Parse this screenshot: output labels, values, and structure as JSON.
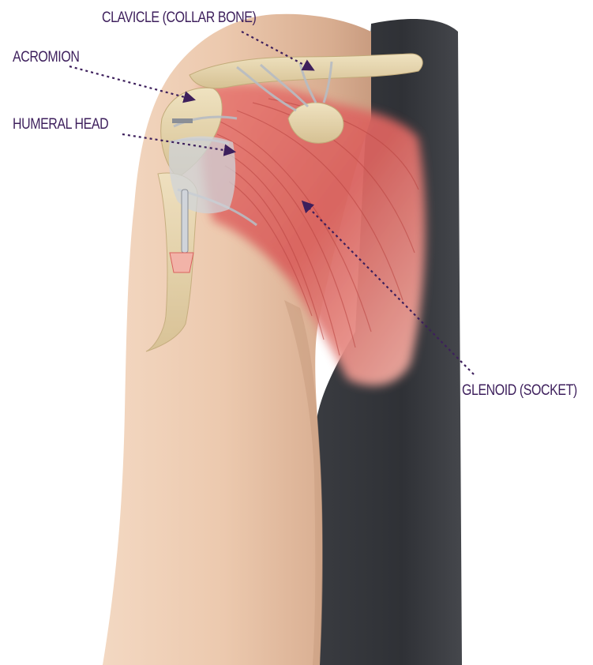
{
  "labels": {
    "clavicle": "CLAVICLE (COLLAR BONE)",
    "acromion": "ACROMION",
    "humeral_head": "HUMERAL HEAD",
    "glenoid": "GLENOID (SOCKET)"
  },
  "colors": {
    "label_text": "#3d1f5c",
    "leader_line": "#3d1f5c",
    "skin": "#ecc9ae",
    "skin_shadow": "#c99c80",
    "muscle": "#d9625e",
    "muscle_light": "#f0a49a",
    "bone": "#e3d2a8",
    "ligament": "#c8ccd1",
    "garment": "#2f3136"
  }
}
